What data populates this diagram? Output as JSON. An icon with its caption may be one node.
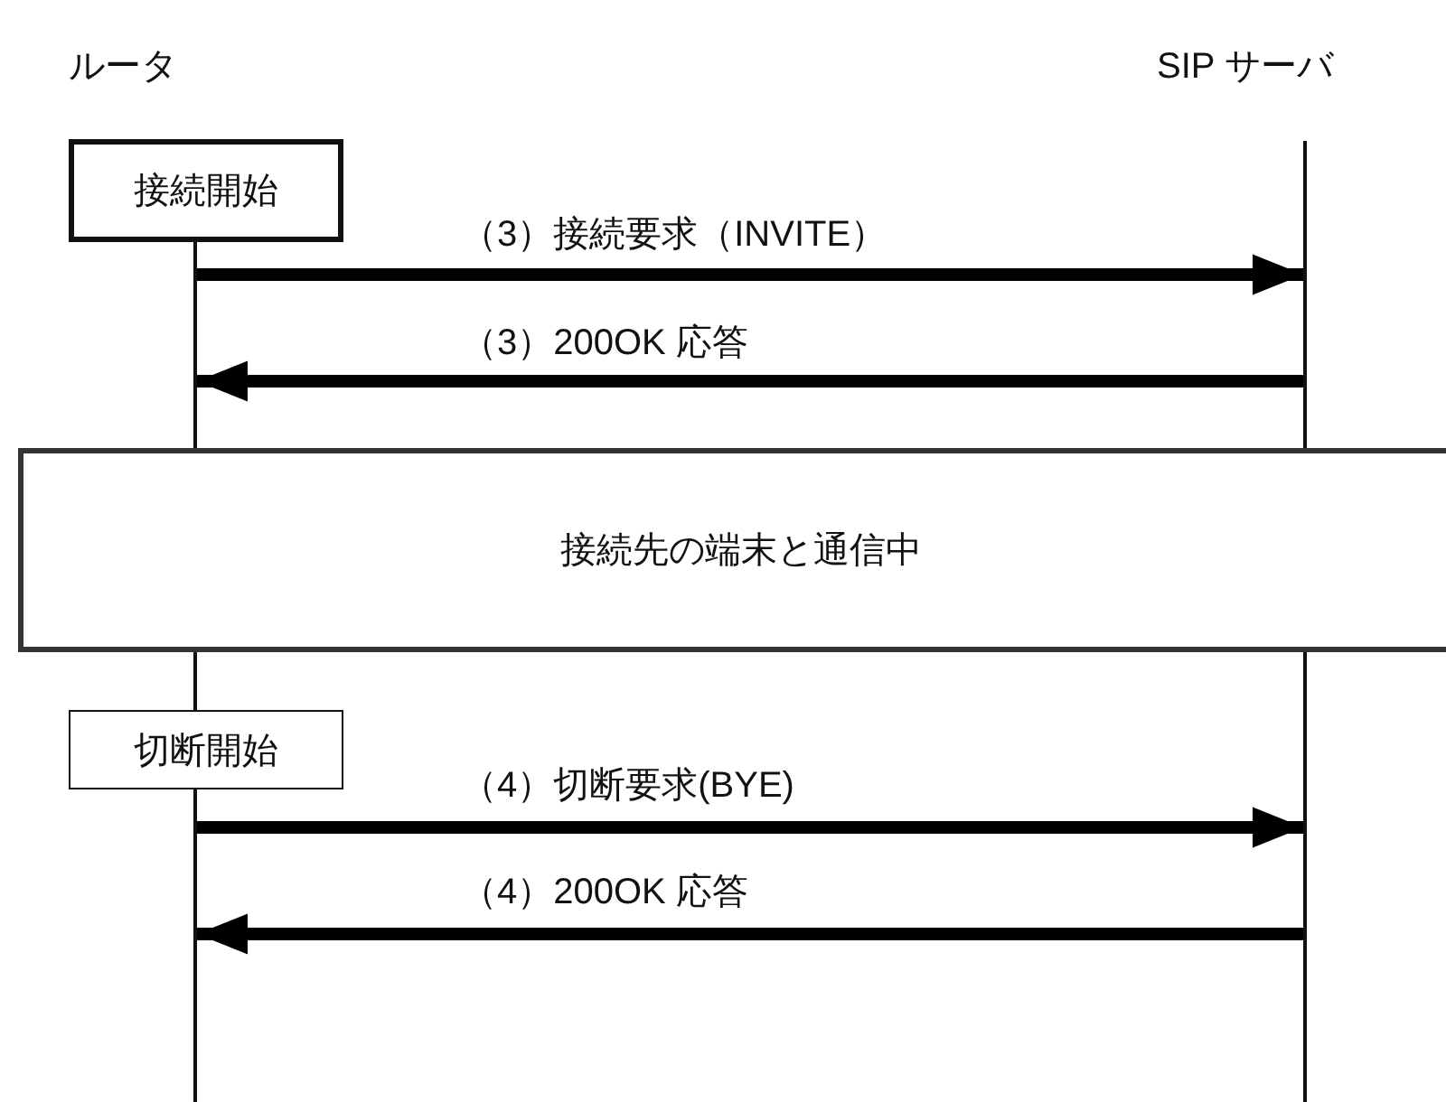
{
  "diagram": {
    "nodes": [
      {
        "text": [
          "ルータ"
        ]
      },
      {
        "text": [
          "SIP サーバ"
        ]
      },
      {
        "text": [],
        "shape": "bar"
      },
      {
        "text": [],
        "shape": "bar"
      },
      {
        "text": [
          "接続開始"
        ]
      },
      {
        "text": [
          "接続先の端末と通信中"
        ]
      },
      {
        "text": [
          "切断開始"
        ]
      }
    ],
    "edges": [
      {
        "from": 2,
        "to": 3,
        "arrow": "to",
        "label": "（3）接続要求（INVITE）"
      },
      {
        "from": 3,
        "to": 2,
        "arrow": "to",
        "label": "（3）200OK 応答"
      },
      {
        "from": 2,
        "to": 3,
        "arrow": "to",
        "label": "（4）切断要求(BYE)"
      },
      {
        "from": 3,
        "to": 2,
        "arrow": "to",
        "label": "（4）200OK 応答"
      }
    ]
  }
}
